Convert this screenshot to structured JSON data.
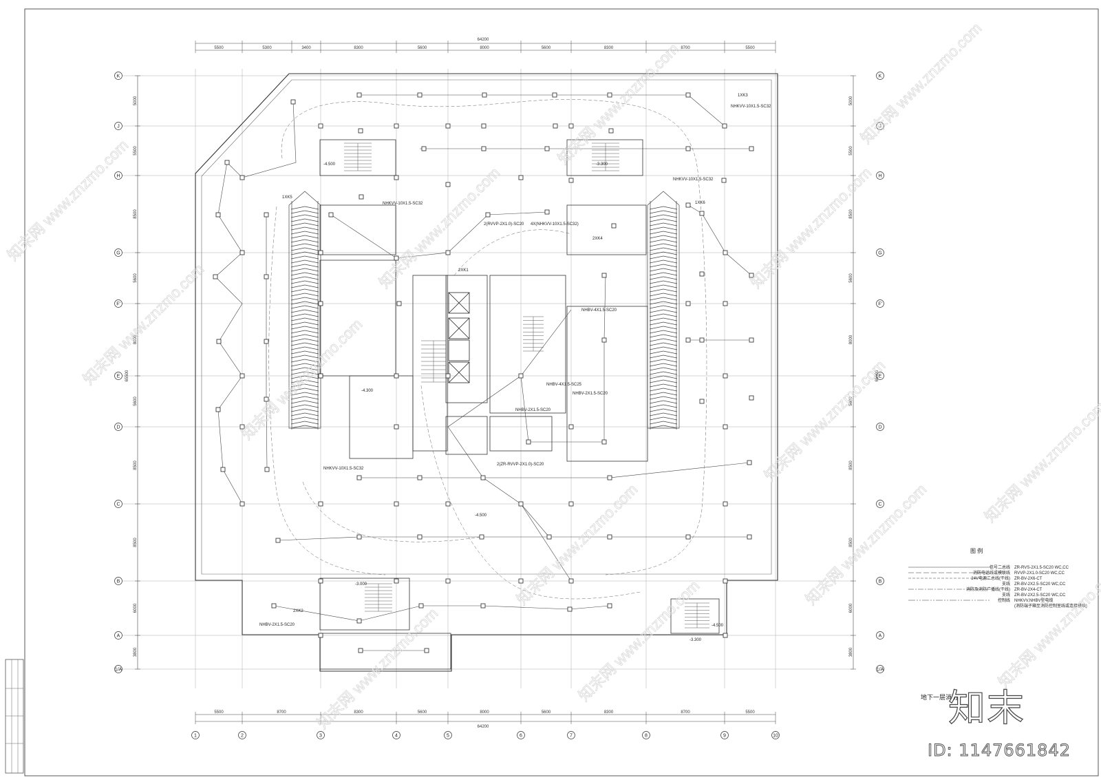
{
  "drawing": {
    "caption": "地下一层消防",
    "overall_dimension": "64200",
    "overall_height": "65500"
  },
  "dims_top": [
    "5500",
    "5300",
    "3400",
    "8300",
    "5600",
    "8000",
    "5600",
    "8300",
    "8700",
    "5500"
  ],
  "dims_bottom": [
    "5500",
    "8700",
    "8300",
    "5600",
    "8000",
    "5600",
    "8300",
    "8700",
    "5500"
  ],
  "dims_left": [
    "5000",
    "5500",
    "8500",
    "5600",
    "8000",
    "5600",
    "8500",
    "8500",
    "6000",
    "3800"
  ],
  "row_axes": [
    "K",
    "J",
    "H",
    "G",
    "F'",
    "E",
    "D",
    "C",
    "B",
    "A",
    "1/A"
  ],
  "col_axes": [
    "1",
    "2",
    "3",
    "4",
    "5",
    "6",
    "7",
    "8",
    "9",
    "10"
  ],
  "cable_labels": [
    "NHKVV-10X1.5-SC32",
    "NHKVV-10X1.5-SC32",
    "NHKVV-10X1.5-SC32",
    "NHKVV-10X1.5-SC32",
    "2(RVVP-2X1.0)-SC20",
    "4X(NHKVV-10X1.5-SC32)",
    "NHBV-4X1.5-SC20",
    "NHBV-4X1.5-SC25",
    "NHBV-2X1.5-SC20",
    "NHBV-2X1.5-SC20",
    "NHBV-2X1.5-SC20",
    "2(ZR-RVVP-2X1.0)-SC20"
  ],
  "level_labels": [
    "-4.500",
    "-3.300",
    "-4.300",
    "-4.500",
    "-3.000",
    "-3.300",
    "-4.500"
  ],
  "box_labels": [
    "1XK3",
    "1XK5",
    "1XK6",
    "2XK4",
    "2XK1",
    "2XK2"
  ],
  "legend": {
    "title": "图 例",
    "rows": [
      {
        "name": "信号二总线",
        "spec": "ZR-RVS-2X1.5-SC20 WC,CC",
        "style": "solid"
      },
      {
        "name": "消防电话线或模联线",
        "spec": "RVVP-2X1.0-SC20 WC,CC",
        "style": "dash"
      },
      {
        "name": "24V电源二总线(干线)",
        "spec": "ZR-BV-2X6-CT",
        "style": "dash2"
      },
      {
        "name": "支线",
        "spec": "ZR-BV-2X2.5-SC20 WC,CC",
        "style": "none"
      },
      {
        "name": "消防及消防广播线(干线)",
        "spec": "ZR-BV-2X4-CT",
        "style": "dashdot"
      },
      {
        "name": "支线",
        "spec": "ZR-BV-2X2.5-SC20 WC,CC",
        "style": "none"
      },
      {
        "name": "控制线",
        "spec": "NHKVV,NHBV型电缆",
        "style": "dashdot2"
      },
      {
        "name": "",
        "spec": "(消防端子箱至消防控制室线或连接模块)",
        "style": "none"
      }
    ]
  },
  "watermark": {
    "logo": "知末",
    "id": "ID: 1147661842",
    "site": "www.znzmo.com",
    "brand": "知末网"
  }
}
